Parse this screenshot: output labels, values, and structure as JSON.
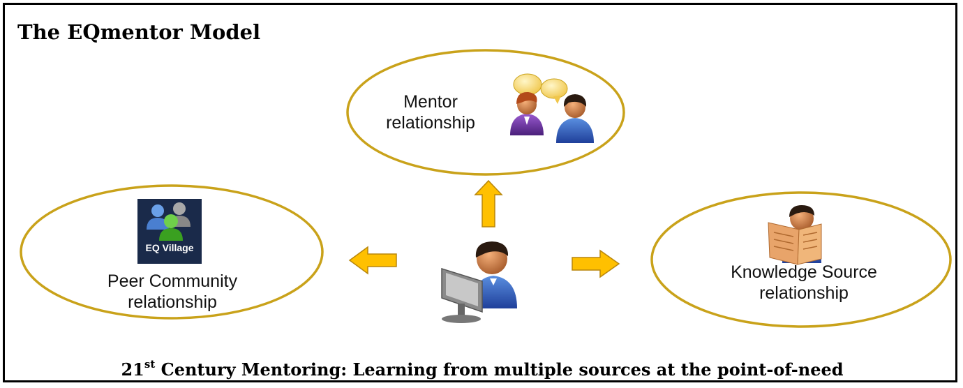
{
  "title": "The EQmentor Model",
  "caption": {
    "prefix": "21",
    "superscript": "st",
    "rest": " Century Mentoring: Learning from multiple sources at the point-of-need"
  },
  "nodes": {
    "mentor": {
      "line1": "Mentor",
      "line2": "relationship",
      "icon": "two-people-talking-icon"
    },
    "peer": {
      "line1": "Peer Community",
      "line2": "relationship",
      "badge": "EQ Village",
      "icon": "group-icon"
    },
    "knowledge": {
      "line1": "Knowledge Source",
      "line2": "relationship",
      "icon": "person-reading-newspaper-icon"
    }
  },
  "center": {
    "icon": "person-at-computer-icon"
  },
  "colors": {
    "ellipse_stroke": "#c9a21a",
    "arrow_fill": "#ffc000",
    "arrow_stroke": "#b8860b"
  }
}
